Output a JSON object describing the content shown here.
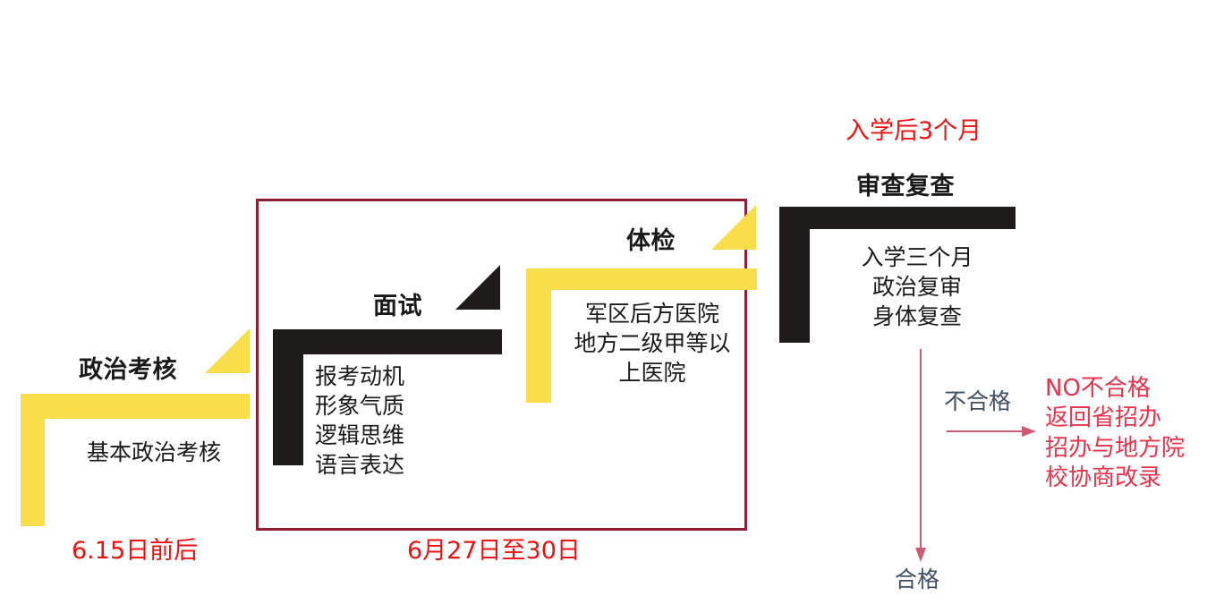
{
  "diagram": {
    "title_hidden": "",
    "colors": {
      "yellow": "#F9DD4A",
      "black": "#1E1B1A",
      "red_box_border": "#8E2036",
      "date_red": "#EE1111",
      "note_red": "#E8334B",
      "slate": "#3E4F63",
      "arrow": "#CF5A73"
    },
    "stages": [
      {
        "id": "political-review",
        "heading": "政治考核",
        "body": "基本政治考核",
        "date": "6.15日前后",
        "bracket_color": "yellow",
        "corner_color": "yellow"
      },
      {
        "id": "interview",
        "heading": "面试",
        "body": "报考动机\n形象气质\n逻辑思维\n语言表达",
        "bracket_color": "black",
        "corner_color": "black"
      },
      {
        "id": "physical-exam",
        "heading": "体检",
        "body": "军区后方医院\n地方二级甲等以\n上医院",
        "bracket_color": "yellow",
        "corner_color": "yellow"
      },
      {
        "id": "review-recheck",
        "heading": "审查复查",
        "body": "入学三个月\n政治复审\n身体复查",
        "date": "入学后3个月",
        "bracket_color": "black"
      }
    ],
    "grouped_date": "6月27日至30日",
    "outcomes": {
      "fail_label": "不合格",
      "pass_label": "合格",
      "fail_detail": "NO不合格\n返回省招办\n招办与地方院\n校协商改录"
    }
  }
}
